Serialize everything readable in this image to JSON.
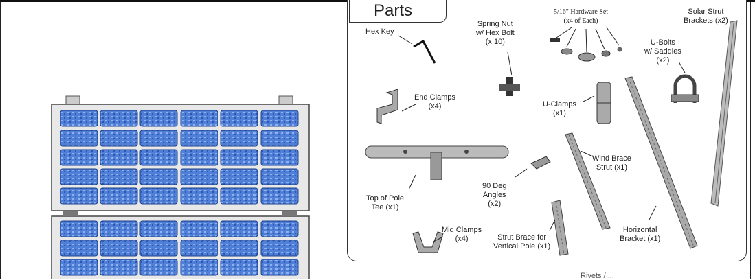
{
  "parts": {
    "title": "Parts",
    "hex_key": "Hex Key",
    "spring_nut": [
      "Spring Nut",
      "w/ Hex Bolt",
      "(x 10)"
    ],
    "hardware_set": [
      "5/16\" Hardware Set",
      "(x4 of Each)"
    ],
    "solar_strut": [
      "Solar Strut",
      "Brackets (x2)"
    ],
    "u_bolts": [
      "U-Bolts",
      "w/ Saddles",
      "(x2)"
    ],
    "end_clamps": [
      "End Clamps",
      "(x4)"
    ],
    "u_clamps": [
      "U-Clamps",
      "(x1)"
    ],
    "wind_brace": [
      "Wind Brace",
      "Strut (x1)"
    ],
    "top_of_pole": [
      "Top of Pole",
      "Tee (x1)"
    ],
    "deg_angles": [
      "90 Deg",
      "Angles",
      "(x2)"
    ],
    "mid_clamps": [
      "Mid Clamps",
      "(x4)"
    ],
    "strut_brace": [
      "Strut Brace for",
      "Vertical Pole (x1)"
    ],
    "horizontal": [
      "Horizontal",
      "Bracket (x1)"
    ]
  },
  "footer_partial": "Rivets / ..."
}
